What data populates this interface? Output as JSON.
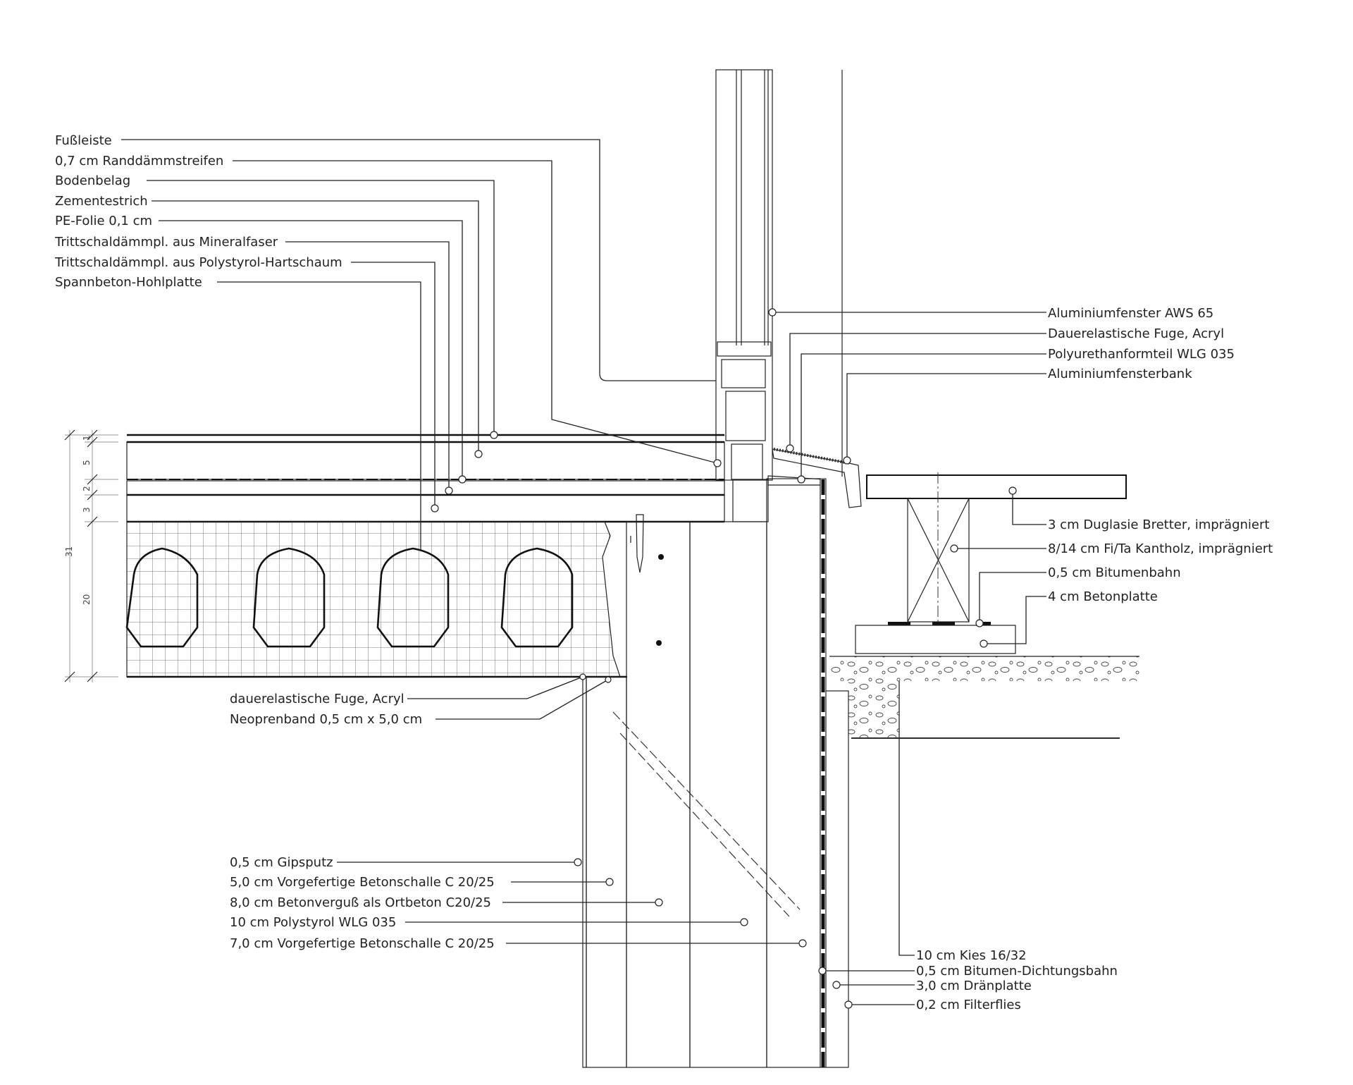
{
  "title": "Detail Fußpunkt Fenster / Decke / Außenwand",
  "labels_left": [
    "Fußleiste",
    "0,7 cm Randdämmstreifen",
    "Bodenbelag",
    "Zementestrich",
    "PE-Folie 0,1 cm",
    "Trittschaldämmpl. aus Mineralfaser",
    "Trittschaldämmpl. aus Polystyrol-Hartschaum",
    "Spannbeton-Hohlplatte"
  ],
  "labels_right_top": [
    "Aluminiumfenster AWS 65",
    "Dauerelastische Fuge, Acryl",
    "Polyurethanformteil WLG 035",
    "Aluminiumfensterbank"
  ],
  "labels_right_terrace": [
    "3 cm Duglasie Bretter, imprägniert",
    "8/14 cm Fi/Ta Kantholz, imprägniert",
    "0,5 cm Bitumenbahn",
    "4 cm Betonplatte"
  ],
  "labels_joint": [
    "dauerelastische Fuge, Acryl",
    "Neoprenband 0,5 cm x 5,0 cm"
  ],
  "labels_wall": [
    "0,5 cm Gipsputz",
    "5,0 cm Vorgefertige Betonschalle C 20/25",
    "8,0 cm Betonverguß als Ortbeton C20/25",
    "10 cm Polystyrol WLG 035",
    "7,0 cm Vorgefertige Betonschalle C 20/25"
  ],
  "labels_ground": [
    "10 cm Kies 16/32",
    "0,5 cm Bitumen-Dichtungsbahn",
    "3,0 cm Dränplatte",
    "0,2 cm Filterflies"
  ],
  "dimensions": {
    "total": "31",
    "layers": [
      "1",
      "5",
      "2",
      "3",
      "20"
    ]
  }
}
